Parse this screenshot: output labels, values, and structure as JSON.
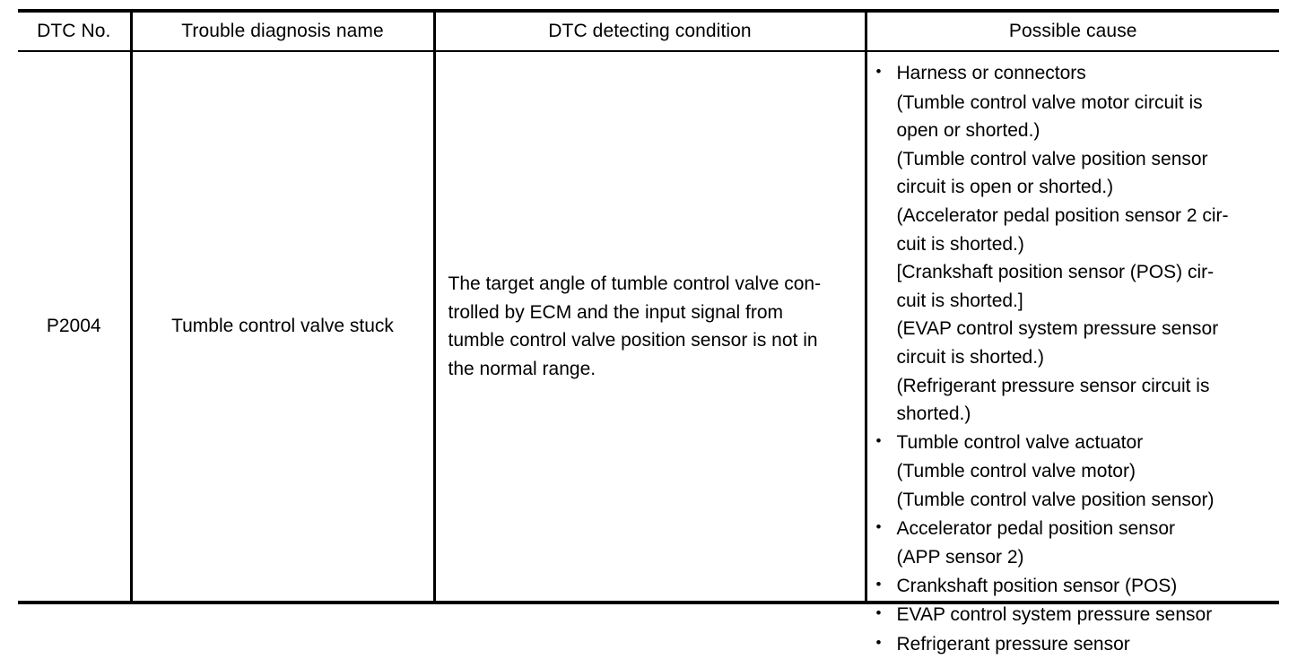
{
  "table": {
    "headers": [
      {
        "label": "DTC No."
      },
      {
        "label": "Trouble diagnosis name"
      },
      {
        "label": "DTC detecting condition"
      },
      {
        "label": "Possible cause"
      }
    ],
    "rows": [
      {
        "dtc_no": "P2004",
        "trouble_diagnosis_name": "Tumble control valve stuck",
        "dtc_detecting_condition": {
          "text": "The target angle of tumble control valve controlled by ECM and the input signal from tumble control valve position sensor is not in the normal range.",
          "lines": [
            "The target angle of tumble control valve con-",
            "trolled by ECM and the input signal from",
            "tumble control valve position sensor is not in",
            "the normal range."
          ]
        },
        "possible_cause": {
          "bullet_glyph": "•",
          "items": [
            {
              "text": "Harness or connectors",
              "details": [
                "(Tumble control valve motor circuit is open or shorted.)",
                "(Tumble control valve position sensor circuit is open or shorted.)",
                "(Accelerator pedal position sensor 2 circuit is shorted.)",
                "[Crankshaft position sensor (POS) circuit is shorted.]",
                "(EVAP control system pressure sensor circuit is shorted.)",
                "(Refrigerant pressure sensor circuit is shorted.)"
              ]
            },
            {
              "text": "Tumble control valve actuator",
              "details": [
                "(Tumble control valve motor)",
                "(Tumble control valve position sensor)"
              ]
            },
            {
              "text": "Accelerator pedal position sensor",
              "details": [
                "(APP sensor 2)"
              ]
            },
            {
              "text": "Crankshaft position sensor (POS)",
              "details": []
            },
            {
              "text": "EVAP control system pressure sensor",
              "details": []
            },
            {
              "text": "Refrigerant pressure sensor",
              "details": []
            }
          ],
          "lines": [
            {
              "kind": "bullet",
              "text": "Harness or connectors"
            },
            {
              "kind": "cont",
              "text": "(Tumble control valve motor circuit is"
            },
            {
              "kind": "cont",
              "text": "open or shorted.)"
            },
            {
              "kind": "cont",
              "text": "(Tumble control valve position sensor"
            },
            {
              "kind": "cont",
              "text": "circuit is open or shorted.)"
            },
            {
              "kind": "cont",
              "text": "(Accelerator pedal position sensor 2 cir-"
            },
            {
              "kind": "cont",
              "text": "cuit is shorted.)"
            },
            {
              "kind": "cont",
              "text": "[Crankshaft position sensor (POS) cir-"
            },
            {
              "kind": "cont",
              "text": "cuit is shorted.]"
            },
            {
              "kind": "cont",
              "text": "(EVAP control system pressure sensor"
            },
            {
              "kind": "cont",
              "text": "circuit is shorted.)"
            },
            {
              "kind": "cont",
              "text": "(Refrigerant pressure sensor circuit is"
            },
            {
              "kind": "cont",
              "text": "shorted.)"
            },
            {
              "kind": "bullet",
              "text": "Tumble control valve actuator"
            },
            {
              "kind": "cont",
              "text": "(Tumble control valve motor)"
            },
            {
              "kind": "cont",
              "text": "(Tumble control valve position sensor)"
            },
            {
              "kind": "bullet",
              "text": "Accelerator pedal position sensor"
            },
            {
              "kind": "cont",
              "text": "(APP sensor 2)"
            },
            {
              "kind": "bullet",
              "text": "Crankshaft position sensor (POS)"
            },
            {
              "kind": "bullet",
              "text": "EVAP control system pressure sensor"
            },
            {
              "kind": "bullet",
              "text": "Refrigerant pressure sensor"
            }
          ]
        }
      }
    ]
  },
  "colors": {
    "rule": "#000000",
    "text": "#000000",
    "background": "#ffffff"
  }
}
